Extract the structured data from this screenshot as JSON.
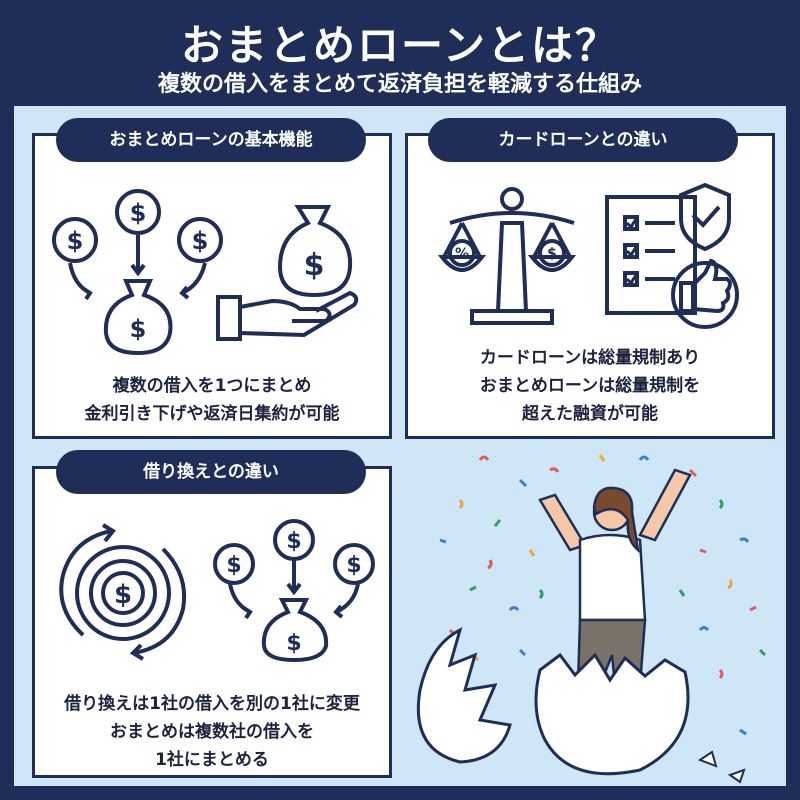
{
  "header": {
    "title": "おまとめローンとは？",
    "subtitle": "複数の借入をまとめて返済負担を軽減する仕組み"
  },
  "panels": [
    {
      "label": "おまとめローンの基本機能",
      "lines": [
        "複数の借入を1つにまとめ",
        "金利引き下げや返済日集約が可能"
      ]
    },
    {
      "label": "カードローンとの違い",
      "lines": [
        "カードローンは総量規制あり",
        "おまとめローンは総量規制を",
        "超えた融資が可能"
      ]
    },
    {
      "label": "借り換えとの違い",
      "lines": [
        "借り換えは1社の借入を別の1社に変更",
        "おまとめは複数社の借入を",
        "1社にまとめる"
      ]
    }
  ],
  "icons": {
    "coin_symbol": "$",
    "percent_symbol": "%"
  },
  "colors": {
    "navy": "#1f2e58",
    "panel_bg": "#ffffff",
    "stage_bg": "#cfe6f6"
  }
}
